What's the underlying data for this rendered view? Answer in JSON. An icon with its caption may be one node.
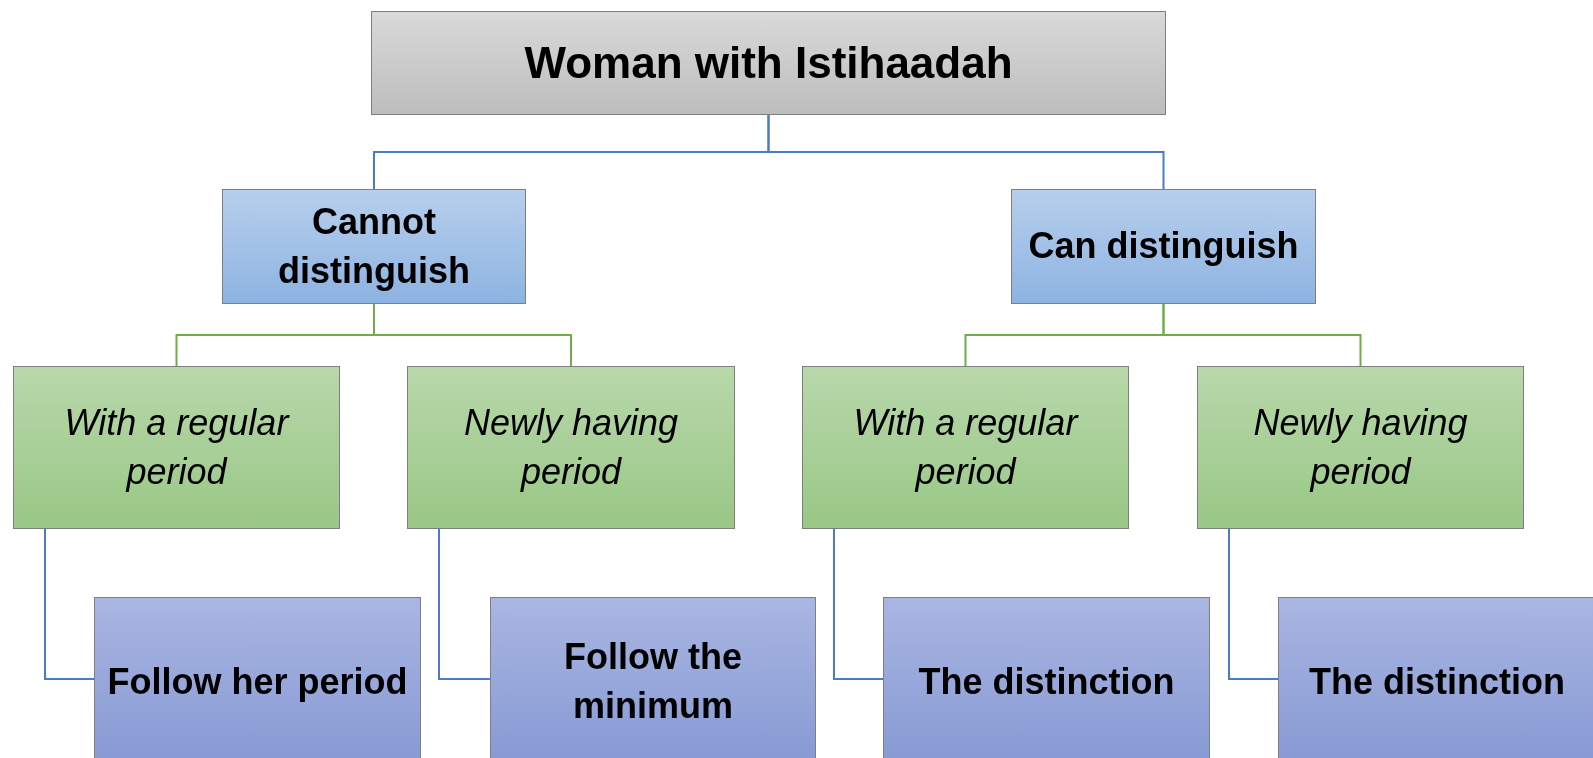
{
  "diagram": {
    "nodes": [
      {
        "text": [
          "Woman with Istihaadah"
        ]
      },
      {
        "text": [
          "Cannot distinguish"
        ]
      },
      {
        "text": [
          "Can distinguish"
        ]
      },
      {
        "text": [
          "With a regular period"
        ]
      },
      {
        "text": [
          "Newly having period"
        ]
      },
      {
        "text": [
          "With a regular period"
        ]
      },
      {
        "text": [
          "Newly having period"
        ]
      },
      {
        "text": [
          "Follow her period"
        ]
      },
      {
        "text": [
          "Follow the minimum"
        ]
      },
      {
        "text": [
          "The distinction"
        ]
      },
      {
        "text": [
          "The distinction"
        ]
      }
    ],
    "edges": [
      {
        "from": 0,
        "to": 1,
        "arrow": "none"
      },
      {
        "from": 0,
        "to": 2,
        "arrow": "none"
      },
      {
        "from": 1,
        "to": 3,
        "arrow": "none",
        "color": "#70ad47"
      },
      {
        "from": 1,
        "to": 4,
        "arrow": "none",
        "color": "#70ad47"
      },
      {
        "from": 2,
        "to": 5,
        "arrow": "none",
        "color": "#70ad47"
      },
      {
        "from": 2,
        "to": 6,
        "arrow": "none",
        "color": "#70ad47"
      },
      {
        "from": 3,
        "to": 7,
        "arrow": "none"
      },
      {
        "from": 4,
        "to": 8,
        "arrow": "none"
      },
      {
        "from": 5,
        "to": 9,
        "arrow": "none"
      },
      {
        "from": 6,
        "to": 10,
        "arrow": "none"
      }
    ]
  }
}
